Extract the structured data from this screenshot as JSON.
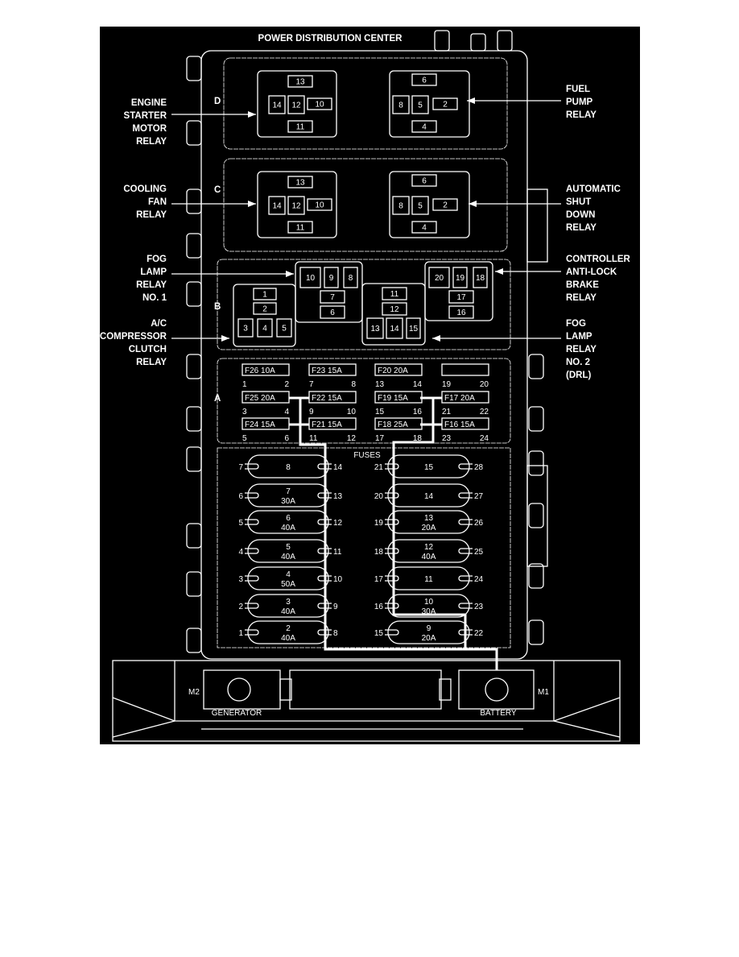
{
  "title": "POWER DISTRIBUTION CENTER",
  "sections": [
    "D",
    "C",
    "B",
    "A"
  ],
  "relays_dc": {
    "left_pins": [
      "13",
      "14",
      "12",
      "10",
      "11"
    ],
    "right_pins": [
      "6",
      "8",
      "5",
      "2",
      "4"
    ]
  },
  "relays_b": {
    "box1": [
      "1",
      "2",
      "3",
      "4",
      "5"
    ],
    "box2": [
      "10",
      "9",
      "8",
      "7",
      "6"
    ],
    "box3": [
      "11",
      "12",
      "13",
      "14",
      "15"
    ],
    "box4": [
      "20",
      "19",
      "18",
      "17",
      "16"
    ]
  },
  "mini_fuses": [
    {
      "label": "F26 10A",
      "pins": [
        "1",
        "2"
      ]
    },
    {
      "label": "F23 15A",
      "pins": [
        "7",
        "8"
      ]
    },
    {
      "label": "F20 20A",
      "pins": [
        "13",
        "14"
      ]
    },
    {
      "label": "",
      "pins": [
        "19",
        "20"
      ]
    },
    {
      "label": "F25 20A",
      "pins": [
        "3",
        "4"
      ]
    },
    {
      "label": "F22 15A",
      "pins": [
        "9",
        "10"
      ]
    },
    {
      "label": "F19 15A",
      "pins": [
        "15",
        "16"
      ]
    },
    {
      "label": "F17 20A",
      "pins": [
        "21",
        "22"
      ]
    },
    {
      "label": "F24 15A",
      "pins": [
        "5",
        "6"
      ]
    },
    {
      "label": "F21 15A",
      "pins": [
        "11",
        "12"
      ]
    },
    {
      "label": "F18 25A",
      "pins": [
        "17",
        "18"
      ]
    },
    {
      "label": "F16 15A",
      "pins": [
        "23",
        "24"
      ]
    }
  ],
  "fuses_label": "FUSES",
  "maxi_fuses_left": [
    {
      "num": "8",
      "amp": "",
      "pins": [
        "7",
        "14"
      ]
    },
    {
      "num": "7",
      "amp": "30A",
      "pins": [
        "6",
        "13"
      ]
    },
    {
      "num": "6",
      "amp": "40A",
      "pins": [
        "5",
        "12"
      ]
    },
    {
      "num": "5",
      "amp": "40A",
      "pins": [
        "4",
        "11"
      ]
    },
    {
      "num": "4",
      "amp": "50A",
      "pins": [
        "3",
        "10"
      ]
    },
    {
      "num": "3",
      "amp": "40A",
      "pins": [
        "2",
        "9"
      ]
    },
    {
      "num": "2",
      "amp": "40A",
      "pins": [
        "1",
        "8"
      ]
    }
  ],
  "maxi_fuses_right": [
    {
      "num": "15",
      "amp": "",
      "pins": [
        "21",
        "28"
      ]
    },
    {
      "num": "14",
      "amp": "",
      "pins": [
        "20",
        "27"
      ]
    },
    {
      "num": "13",
      "amp": "20A",
      "pins": [
        "19",
        "26"
      ]
    },
    {
      "num": "12",
      "amp": "40A",
      "pins": [
        "18",
        "25"
      ]
    },
    {
      "num": "11",
      "amp": "",
      "pins": [
        "17",
        "24"
      ]
    },
    {
      "num": "10",
      "amp": "30A",
      "pins": [
        "16",
        "23"
      ]
    },
    {
      "num": "9",
      "amp": "20A",
      "pins": [
        "15",
        "22"
      ]
    }
  ],
  "terminals": {
    "m2": "M2",
    "generator": "GENERATOR",
    "m1": "M1",
    "battery": "BATTERY"
  },
  "callouts_left": [
    {
      "lines": [
        "ENGINE",
        "STARTER",
        "MOTOR",
        "RELAY"
      ]
    },
    {
      "lines": [
        "COOLING",
        "FAN",
        "RELAY"
      ]
    },
    {
      "lines": [
        "FOG",
        "LAMP",
        "RELAY",
        "NO. 1"
      ]
    },
    {
      "lines": [
        "A/C",
        "COMPRESSOR",
        "CLUTCH",
        "RELAY"
      ]
    }
  ],
  "callouts_right": [
    {
      "lines": [
        "FUEL",
        "PUMP",
        "RELAY"
      ]
    },
    {
      "lines": [
        "AUTOMATIC",
        "SHUT",
        "DOWN",
        "RELAY"
      ]
    },
    {
      "lines": [
        "CONTROLLER",
        "ANTI-LOCK",
        "BRAKE",
        "RELAY"
      ]
    },
    {
      "lines": [
        "FOG",
        "LAMP",
        "RELAY",
        "NO. 2",
        "(DRL)"
      ]
    }
  ]
}
